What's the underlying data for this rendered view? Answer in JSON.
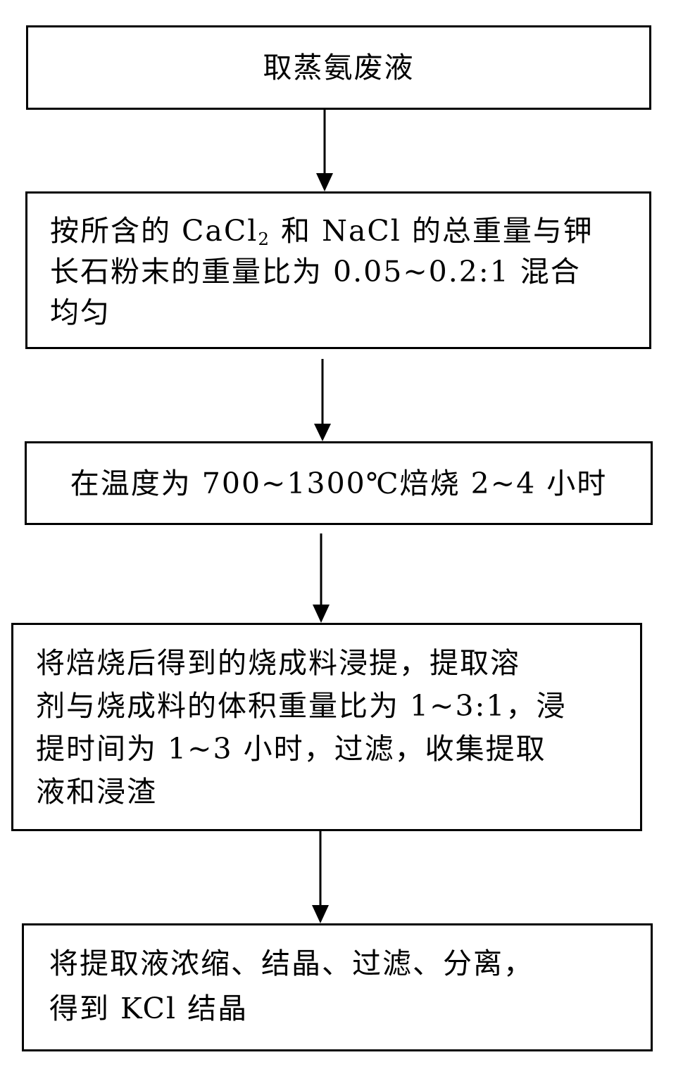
{
  "steps": [
    {
      "lines": [
        "取蒸氨废液"
      ]
    },
    {
      "line1_pre": "按所含的 CaCl",
      "line1_sub": "2",
      "line1_post": " 和 NaCl 的总重量与钾",
      "line2": "长石粉末的重量比为 0.05~0.2:1 混合",
      "line3": "均匀"
    },
    {
      "lines": [
        "在温度为 700~1300℃焙烧 2~4 小时"
      ]
    },
    {
      "lines": [
        "将焙烧后得到的烧成料浸提，提取溶",
        "剂与烧成料的体积重量比为 1~3:1，浸",
        "提时间为 1~3 小时，过滤，收集提取",
        "液和浸渣"
      ]
    },
    {
      "lines": [
        "将提取液浓缩、结晶、过滤、分离，",
        "得到 KCl 结晶"
      ]
    }
  ]
}
